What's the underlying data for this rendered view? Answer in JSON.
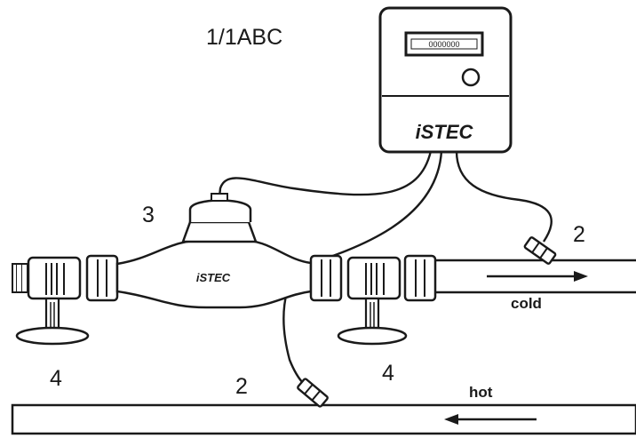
{
  "identifier": "1/1ABC",
  "meter_unit": {
    "brand": "iSTEC",
    "display": "0000000"
  },
  "flow_meter": {
    "brand": "iSTEC"
  },
  "pipes": {
    "cold_label": "cold",
    "hot_label": "hot"
  },
  "callouts": {
    "meter": "3",
    "sensor_cold": "2",
    "sensor_hot": "2",
    "valve_left": "4",
    "valve_right": "4"
  }
}
